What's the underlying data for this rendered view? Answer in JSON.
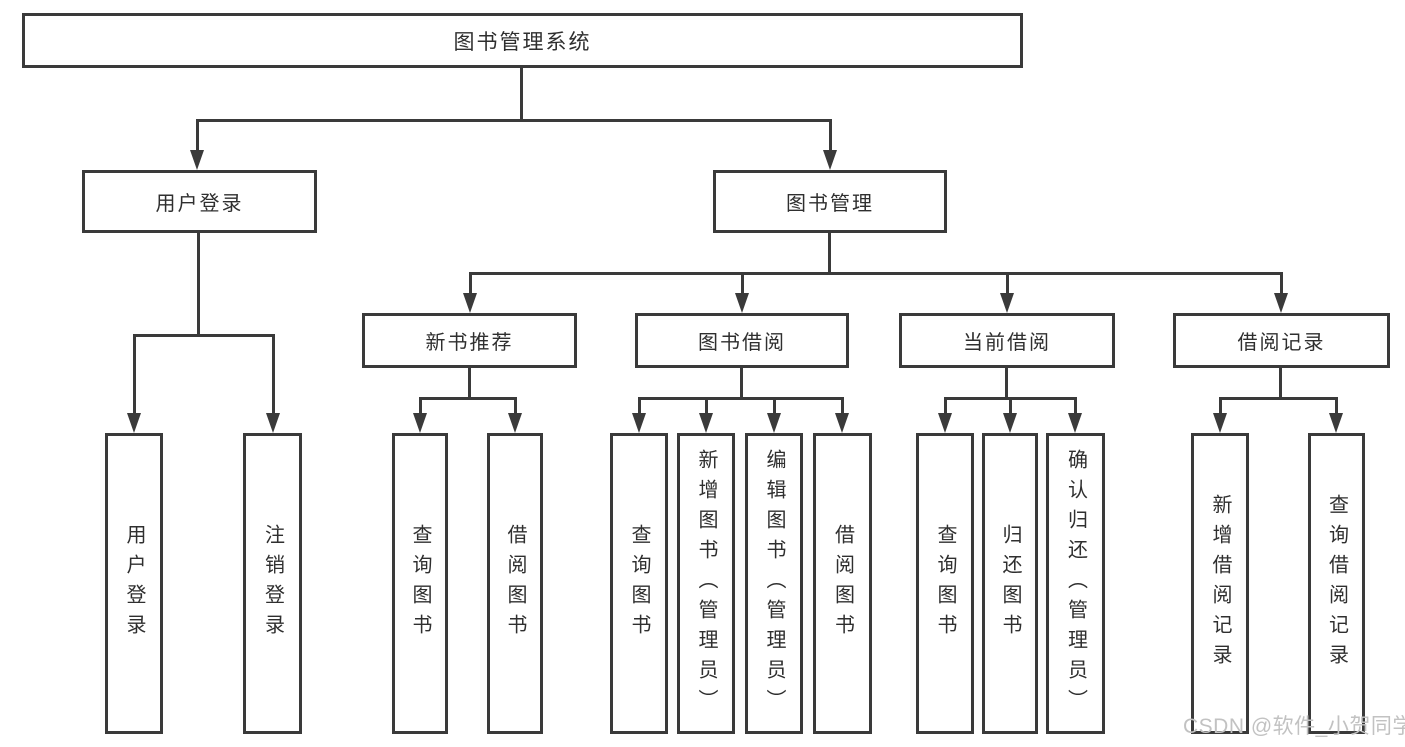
{
  "diagram": {
    "title": "图书管理系统",
    "nodes": {
      "root": "图书管理系统",
      "login": "用户登录",
      "management": "图书管理",
      "new_books": "新书推荐",
      "book_borrow": "图书借阅",
      "current_borrow": "当前借阅",
      "borrow_records": "借阅记录",
      "leaves": {
        "login": [
          "用户登录",
          "注销登录"
        ],
        "new_books": [
          "查询图书",
          "借阅图书"
        ],
        "book_borrow": [
          "查询图书",
          "新增图书（管理员）",
          "编辑图书（管理员）",
          "借阅图书"
        ],
        "current_borrow": [
          "查询图书",
          "归还图书",
          "确认归还（管理员）"
        ],
        "borrow_records": [
          "新增借阅记录",
          "查询借阅记录"
        ]
      }
    },
    "colors": {
      "line": "#3a3a3a",
      "text": "#2f2f2f",
      "background": "#ffffff",
      "watermark": "#c2c2c2"
    },
    "watermark": "CSDN @软件_小贺同学"
  }
}
